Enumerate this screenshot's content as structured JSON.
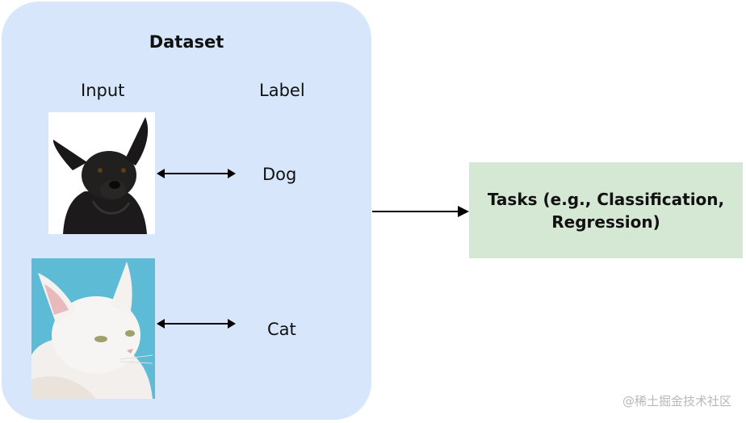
{
  "dataset": {
    "title": "Dataset",
    "input_header": "Input",
    "label_header": "Label",
    "rows": [
      {
        "image_icon": "dog-photo-icon",
        "label": "Dog"
      },
      {
        "image_icon": "cat-photo-icon",
        "label": "Cat"
      }
    ]
  },
  "tasks": {
    "text": "Tasks (e.g., Classification, Regression)"
  },
  "watermark": "@稀土掘金技术社区",
  "colors": {
    "dataset_bg": "#d7e6fb",
    "tasks_bg": "#d5e8d4",
    "text": "#111111",
    "arrow": "#000000"
  }
}
